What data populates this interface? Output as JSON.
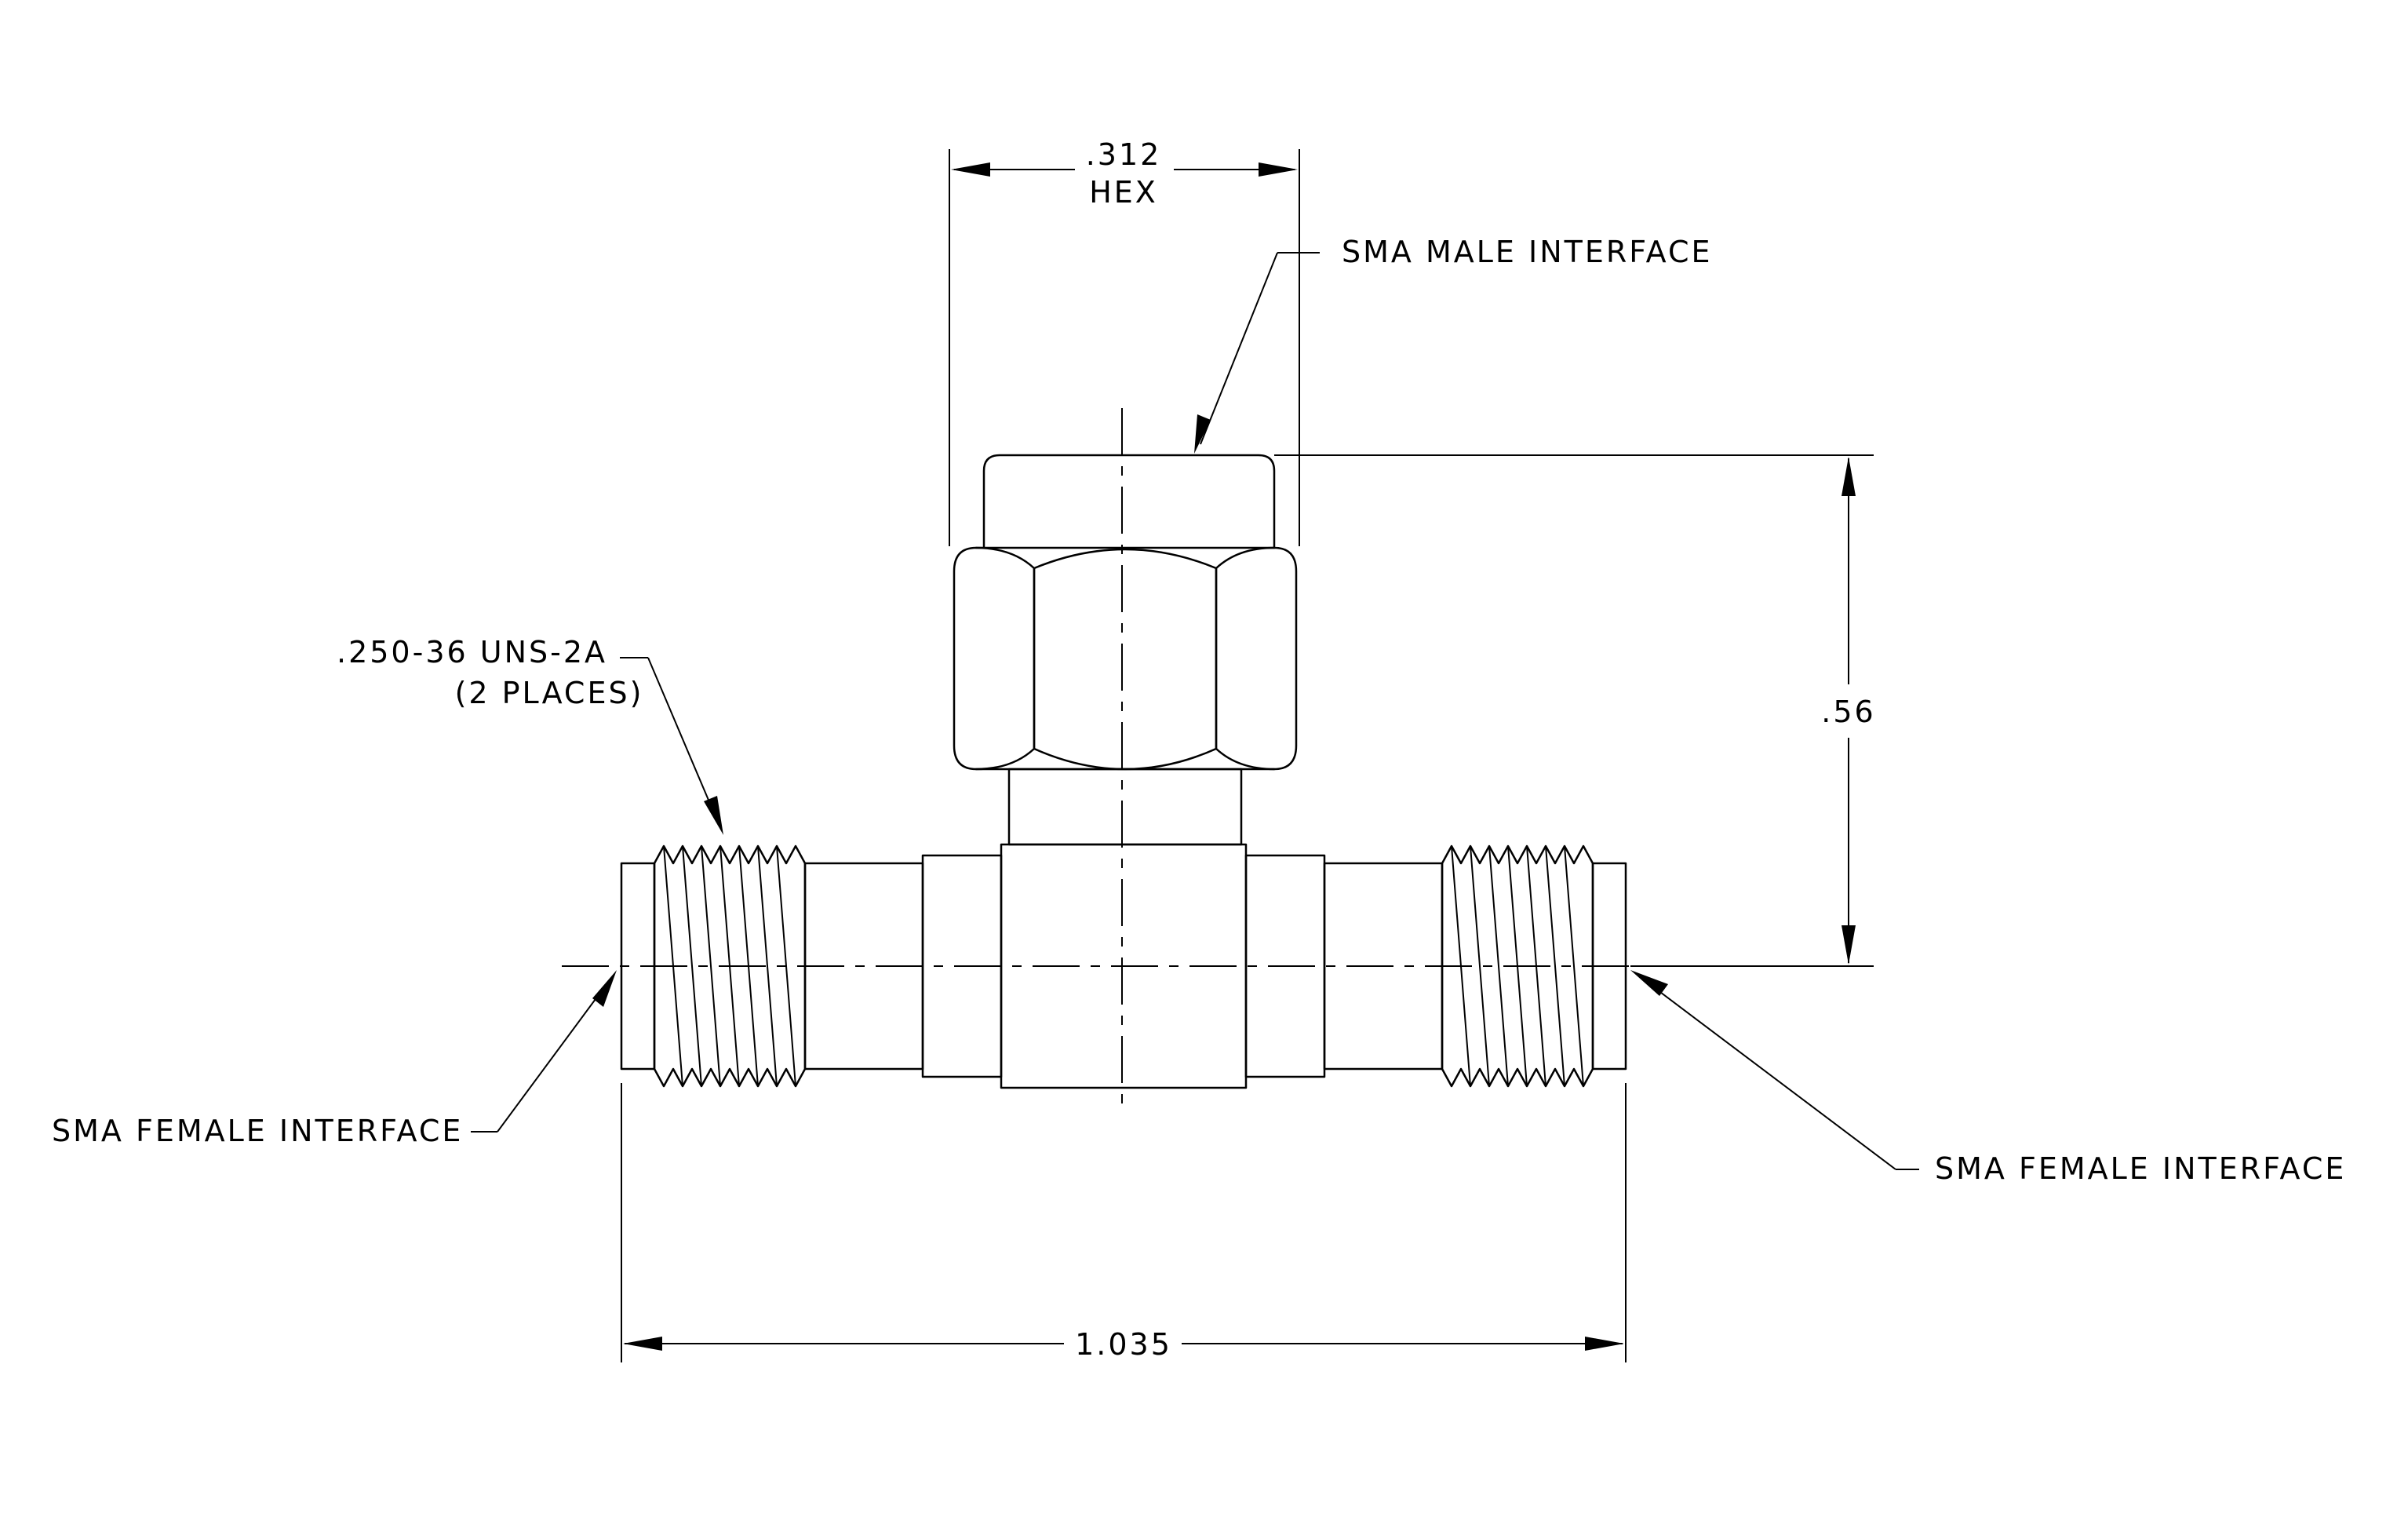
{
  "dimensions": {
    "hex_width": ".312",
    "hex_label": "HEX",
    "height": ".56",
    "overall_length": "1.035"
  },
  "callouts": {
    "male_interface": "SMA MALE INTERFACE",
    "thread_spec": ".250-36 UNS-2A",
    "thread_places": "(2 PLACES)",
    "female_interface_left": "SMA FEMALE INTERFACE",
    "female_interface_right": "SMA FEMALE INTERFACE"
  }
}
